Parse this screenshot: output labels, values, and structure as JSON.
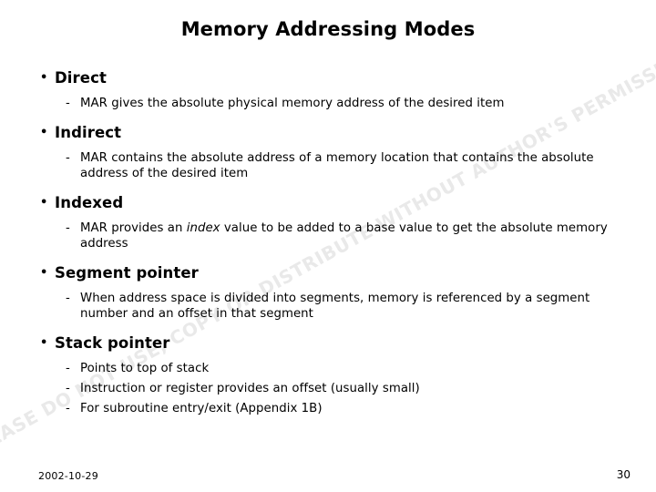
{
  "slide": {
    "title": "Memory Addressing Modes",
    "watermark": "PLEASE DO NOT USE, COPY OR DISTRIBUTE WITHOUT AUTHOR'S PERMISSION",
    "bullet_glyph": "•",
    "dash_glyph": "-",
    "sections": [
      {
        "heading": "Direct",
        "items": [
          "MAR gives the absolute physical memory address of the desired item"
        ]
      },
      {
        "heading": "Indirect",
        "items": [
          "MAR contains the absolute address of a memory location that contains the absolute address of the desired item"
        ]
      },
      {
        "heading": "Indexed",
        "items": [
          {
            "before": "MAR provides an ",
            "italic": "index",
            "after": " value to be added to a base value to get the absolute memory address"
          }
        ]
      },
      {
        "heading": "Segment pointer",
        "items": [
          "When address space is divided into segments, memory is referenced by a segment number and an offset in that segment"
        ]
      },
      {
        "heading": "Stack pointer",
        "items": [
          "Points to top of stack",
          "Instruction or register provides an offset (usually small)",
          "For subroutine entry/exit (Appendix 1B)"
        ]
      }
    ]
  },
  "footer": {
    "date": "2002-10-29",
    "page_number": "30"
  },
  "colors": {
    "background": "#ffffff",
    "text": "#000000",
    "watermark": "#e9e9e9"
  }
}
